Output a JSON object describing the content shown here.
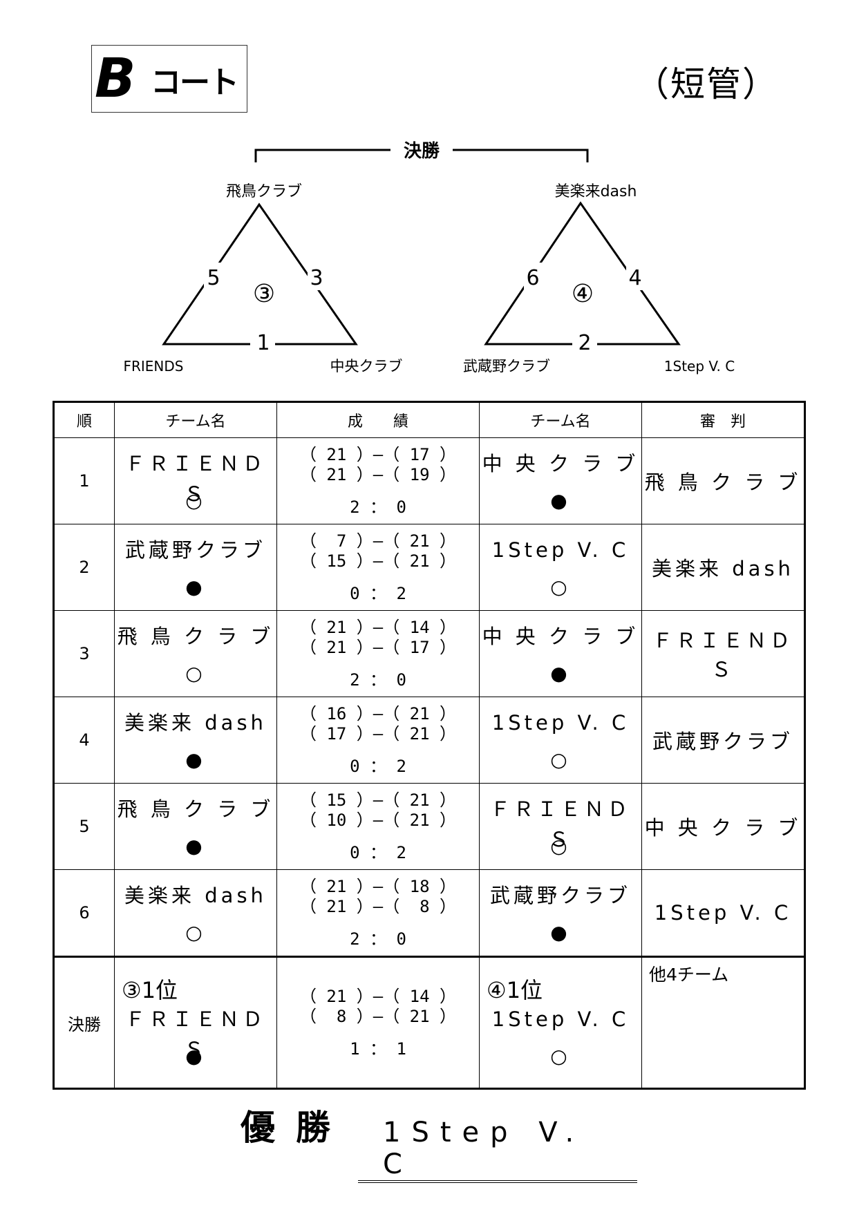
{
  "header": {
    "court_letter": "B",
    "court_word": "コート",
    "venue": "（短管）"
  },
  "bracket": {
    "final_label": "決勝",
    "group3": {
      "mark": "③",
      "top": "飛鳥クラブ",
      "bottom_left": "FRIENDS",
      "bottom_right": "中央クラブ",
      "left_edge": "5",
      "right_edge": "3",
      "bottom_edge": "1"
    },
    "group4": {
      "mark": "④",
      "top": "美楽来dash",
      "bottom_left": "武蔵野クラブ",
      "bottom_right": "1Step V. C",
      "left_edge": "6",
      "right_edge": "4",
      "bottom_edge": "2"
    }
  },
  "table": {
    "headers": [
      "順",
      "チーム名",
      "成　　績",
      "チーム名",
      "審　判"
    ],
    "rows": [
      {
        "order": "1",
        "team_a": "ＦＲＩＥＮＤＳ",
        "mark_a": "○",
        "sets": [
          "（ 21 ）―（ 17 ）",
          "（ 21 ）―（ 19 ）"
        ],
        "total": "2 ： 0",
        "team_b": "中 央 ク ラ ブ",
        "mark_b": "●",
        "referee": "飛 鳥 ク ラ ブ"
      },
      {
        "order": "2",
        "team_a": "武蔵野クラブ",
        "mark_a": "●",
        "sets": [
          "（  7 ）―（ 21 ）",
          "（ 15 ）―（ 21 ）"
        ],
        "total": "0 ： 2",
        "team_b": "1Step V. C",
        "mark_b": "○",
        "referee": "美楽来 dash"
      },
      {
        "order": "3",
        "team_a": "飛 鳥 ク ラ ブ",
        "mark_a": "○",
        "sets": [
          "（ 21 ）―（ 14 ）",
          "（ 21 ）―（ 17 ）"
        ],
        "total": "2 ： 0",
        "team_b": "中 央 ク ラ ブ",
        "mark_b": "●",
        "referee": "ＦＲＩＥＮＤＳ"
      },
      {
        "order": "4",
        "team_a": "美楽来 dash",
        "mark_a": "●",
        "sets": [
          "（ 16 ）―（ 21 ）",
          "（ 17 ）―（ 21 ）"
        ],
        "total": "0 ： 2",
        "team_b": "1Step V. C",
        "mark_b": "○",
        "referee": "武蔵野クラブ"
      },
      {
        "order": "5",
        "team_a": "飛 鳥 ク ラ ブ",
        "mark_a": "●",
        "sets": [
          "（ 15 ）―（ 21 ）",
          "（ 10 ）―（ 21 ）"
        ],
        "total": "0 ： 2",
        "team_b": "ＦＲＩＥＮＤＳ",
        "mark_b": "○",
        "referee": "中 央 ク ラ ブ"
      },
      {
        "order": "6",
        "team_a": "美楽来 dash",
        "mark_a": "○",
        "sets": [
          "（ 21 ）―（ 18 ）",
          "（ 21 ）―（  8 ）"
        ],
        "total": "2 ： 0",
        "team_b": "武蔵野クラブ",
        "mark_b": "●",
        "referee": "1Step V. C"
      }
    ],
    "final": {
      "order": "決勝",
      "seed_a": "③1位",
      "team_a": "ＦＲＩＥＮＤＳ",
      "mark_a": "●",
      "sets": [
        "（ 21 ）―（ 14 ）",
        "（  8 ）―（ 21 ）"
      ],
      "total": "1 ： 1",
      "seed_b": "④1位",
      "team_b": "1Step V. C",
      "mark_b": "○",
      "referee": "他4チーム"
    }
  },
  "winner": {
    "label": "優勝",
    "team": "1Step V. C"
  }
}
